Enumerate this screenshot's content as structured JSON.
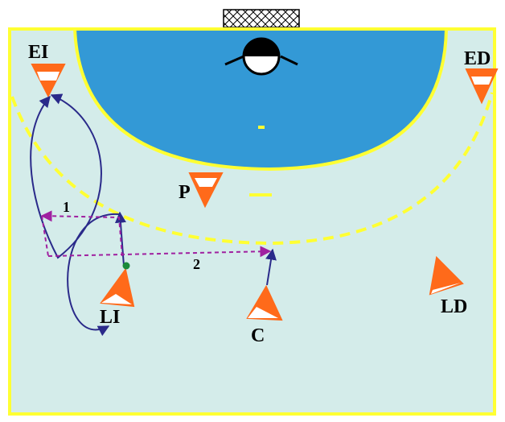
{
  "colors": {
    "court": "#d4ecea",
    "court_line": "#ffff33",
    "goal_area": "#3399d6",
    "cone_orange": "#ff6a1a",
    "arrow": "#2a2a8a",
    "pass": "#a020a0",
    "ball": "#1a8a3a"
  },
  "players": {
    "ei": "EI",
    "ed": "ED",
    "p": "P",
    "li": "LI",
    "c": "C",
    "ld": "LD"
  },
  "passes": {
    "pass1": "1",
    "pass2": "2"
  }
}
